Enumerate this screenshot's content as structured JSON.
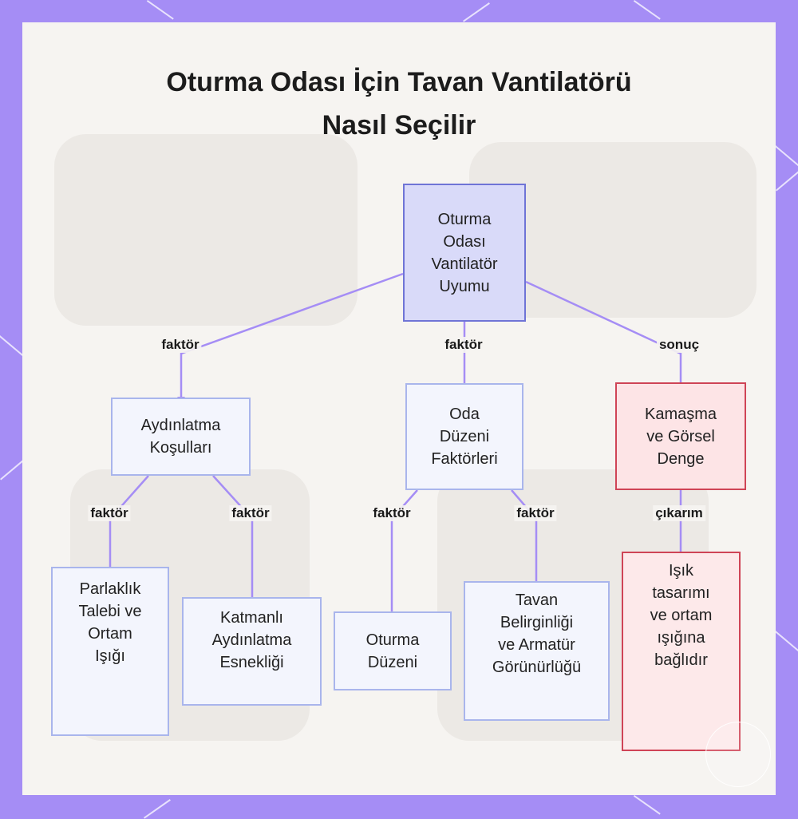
{
  "title": {
    "line1": "Oturma Odası İçin Tavan Vantilatörü",
    "line2": "Nasıl Seçilir"
  },
  "colors": {
    "background": "#a58df5",
    "edge": "#a58df5",
    "root_fill": "#d9daf9",
    "node_fill": "#f3f5fd",
    "result_fill": "#fde4e6",
    "result_border": "#cf4456"
  },
  "nodes": {
    "root": {
      "lines": [
        "Oturma",
        "Odası",
        "Vantilatör",
        "Uyumu"
      ]
    },
    "lighting": {
      "lines": [
        "Aydınlatma",
        "Koşulları"
      ]
    },
    "layout": {
      "lines": [
        "Oda",
        "Düzeni",
        "Faktörleri"
      ]
    },
    "glare": {
      "lines": [
        "Kamaşma",
        "ve Görsel",
        "Denge"
      ]
    },
    "brightness": {
      "lines": [
        "Parlaklık",
        "Talebi ve",
        "Ortam",
        "Işığı"
      ]
    },
    "layered": {
      "lines": [
        "Katmanlı",
        "Aydınlatma",
        "Esnekliği"
      ]
    },
    "seating": {
      "lines": [
        "Oturma",
        "Düzeni"
      ]
    },
    "ceiling": {
      "lines": [
        "Tavan",
        "Belirginliği",
        "ve Armatür",
        "Görünürlüğü"
      ]
    },
    "inference": {
      "lines": [
        "Işık",
        "tasarımı",
        "ve ortam",
        "ışığına",
        "bağlıdır"
      ]
    }
  },
  "edges": {
    "root_lighting": "faktör",
    "root_layout": "faktör",
    "root_glare": "sonuç",
    "lighting_brightness": "faktör",
    "lighting_layered": "faktör",
    "layout_seating": "faktör",
    "layout_ceiling": "faktör",
    "glare_inference": "çıkarım"
  }
}
